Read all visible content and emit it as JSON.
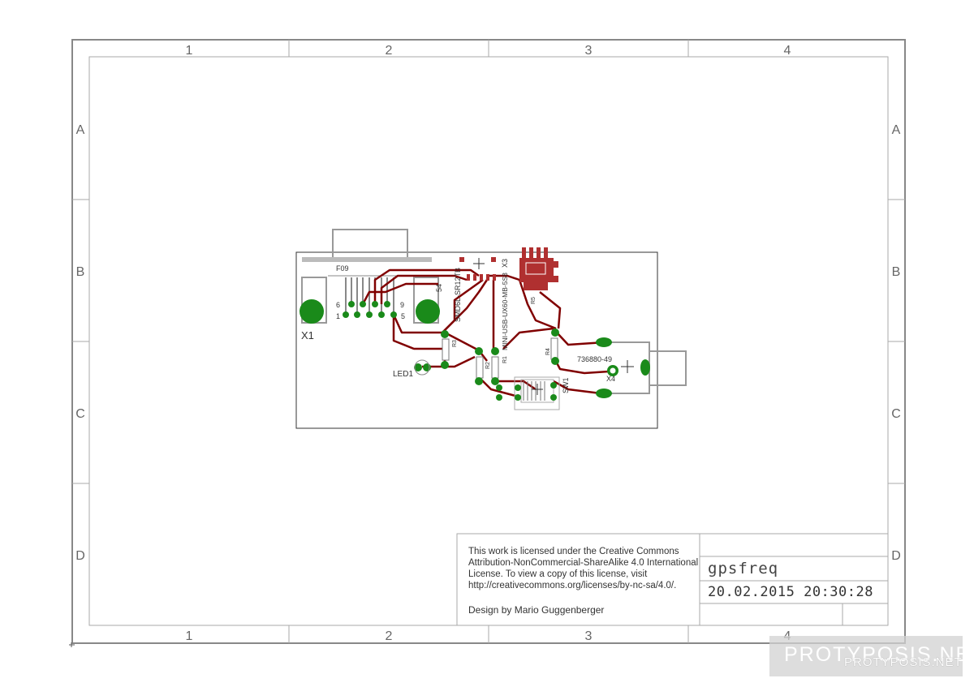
{
  "frame": {
    "columns": [
      "1",
      "2",
      "3",
      "4"
    ],
    "rows": [
      "A",
      "B",
      "C",
      "D"
    ]
  },
  "board": {
    "labels": {
      "x1": "X1",
      "f09": "F09",
      "pin6": "6",
      "pin1": "1",
      "pin9": "9",
      "pin5": "5",
      "led": "LED1",
      "ic_rotated": "SMD6L-SR12TB",
      "x3": "X3",
      "usb_rotated": "MINI-USB-UX60-MB-5S8",
      "x4_part": "736880-49",
      "x4": "X4",
      "sw1": "SW1",
      "r1": "R1",
      "r2": "R2",
      "r3": "R3",
      "r4": "R4",
      "r5": "R5",
      "s4": "54"
    },
    "colors": {
      "trace": "#800000",
      "pad": "#1a8a1a",
      "copper": "#b03030",
      "outline": "#999999"
    }
  },
  "titleblock": {
    "license": "This work is licensed under the Creative Commons Attribution-NonCommercial-ShareAlike 4.0 International License. To view a copy of this license, visit http://creativecommons.org/licenses/by-nc-sa/4.0/.",
    "design": "Design by Mario Guggenberger",
    "title": "gpsfreq",
    "date": "20.02.2015 20:30:28"
  },
  "watermark": {
    "text1": "PROTYPOSIS.NET",
    "text2": "PROTYPOSIS.NET"
  }
}
